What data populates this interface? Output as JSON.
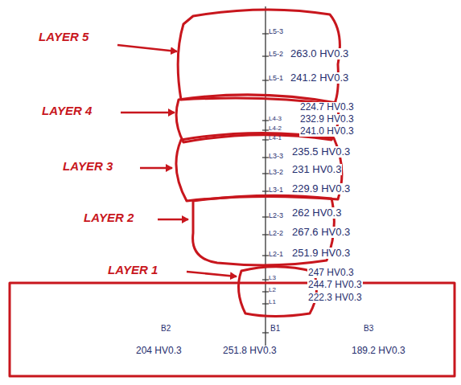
{
  "diagram": {
    "nodes": [
      {
        "text": [
          "L5-3",
          "L5-2",
          "263.0 HV0.3",
          "L5-1",
          "241.2 HV0.3"
        ]
      },
      {
        "text": [
          "L4-3",
          "224.7 HV0.3",
          "L4-2",
          "232.9 HV0.3",
          "L4-1",
          "241.0 HV0.3"
        ]
      },
      {
        "text": [
          "L3-3",
          "235.5 HV0.3",
          "L3-2",
          "231 HV0.3",
          "L3-1",
          "229.9 HV0.3"
        ]
      },
      {
        "text": [
          "L2-3",
          "262 HV0.3",
          "L2-2",
          "267.6 HV0.3",
          "L2-1",
          "251.9 HV0.3"
        ]
      },
      {
        "text": [
          "L3",
          "247 HV0.3",
          "L2",
          "244.7 HV0.3",
          "L1",
          "222.3 HV0.3"
        ]
      },
      {
        "text": [
          "B2",
          "204 HV0.3",
          "B1",
          "251.8 HV0.3",
          "B3",
          "189.2 HV0.3"
        ]
      }
    ],
    "labels": [
      "LAYER 5",
      "LAYER 4",
      "LAYER 3",
      "LAYER 2",
      "LAYER 1"
    ]
  }
}
